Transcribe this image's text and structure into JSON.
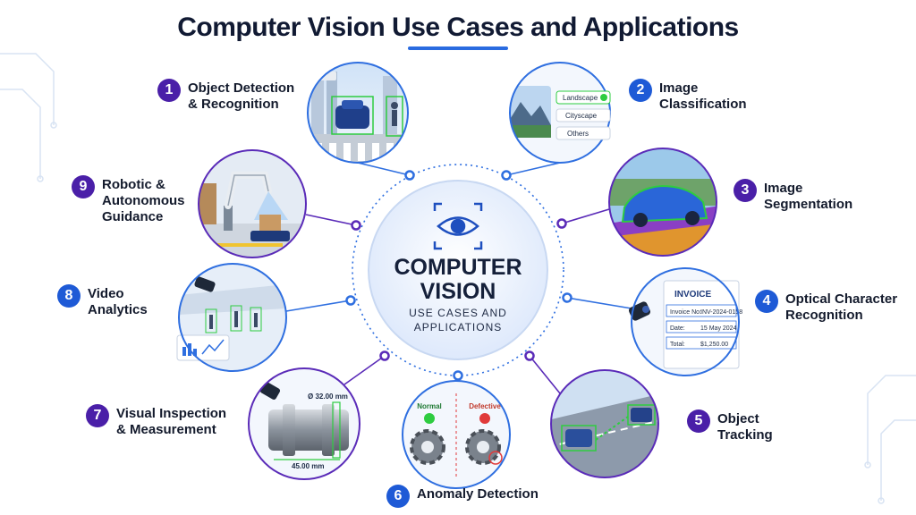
{
  "title": "Computer Vision Use Cases and Applications",
  "center": {
    "line1": "COMPUTER",
    "line2": "VISION",
    "line3": "USE CASES AND",
    "line4": "APPLICATIONS"
  },
  "use_cases": [
    {
      "number": "1",
      "line1": "Object Detection",
      "line2": "& Recognition",
      "line3": ""
    },
    {
      "number": "2",
      "line1": "Image",
      "line2": "Classification",
      "line3": ""
    },
    {
      "number": "3",
      "line1": "Image",
      "line2": "Segmentation",
      "line3": ""
    },
    {
      "number": "4",
      "line1": "Optical Character",
      "line2": "Recognition",
      "line3": ""
    },
    {
      "number": "5",
      "line1": "Object",
      "line2": "Tracking",
      "line3": ""
    },
    {
      "number": "6",
      "line1": "Anomaly Detection",
      "line2": "",
      "line3": ""
    },
    {
      "number": "7",
      "line1": "Visual Inspection",
      "line2": "& Measurement",
      "line3": ""
    },
    {
      "number": "8",
      "line1": "Video",
      "line2": "Analytics",
      "line3": ""
    },
    {
      "number": "9",
      "line1": "Robotic &",
      "line2": "Autonomous",
      "line3": "Guidance"
    }
  ],
  "classification_options": [
    "Landscape",
    "Cityscape",
    "Others"
  ],
  "invoice": {
    "heading": "INVOICE",
    "rows": [
      {
        "label": "Invoice No:",
        "value": "INV-2024-0158"
      },
      {
        "label": "Date:",
        "value": "15 May 2024"
      },
      {
        "label": "Total:",
        "value": "$1,250.00"
      }
    ]
  },
  "anomaly": {
    "normal": "Normal",
    "defective": "Defective"
  },
  "measurement": {
    "diameter": "Ø 32.00 mm",
    "length": "45.00 mm"
  },
  "colors": {
    "title": "#111a33",
    "accent": "#2a6be0",
    "badge_purple": "#4a1fa8",
    "badge_blue": "#1e5ad6",
    "ring_purple": "#5a2bb8",
    "ring_blue": "#2f6fe0",
    "detect_green": "#2ecc40"
  }
}
